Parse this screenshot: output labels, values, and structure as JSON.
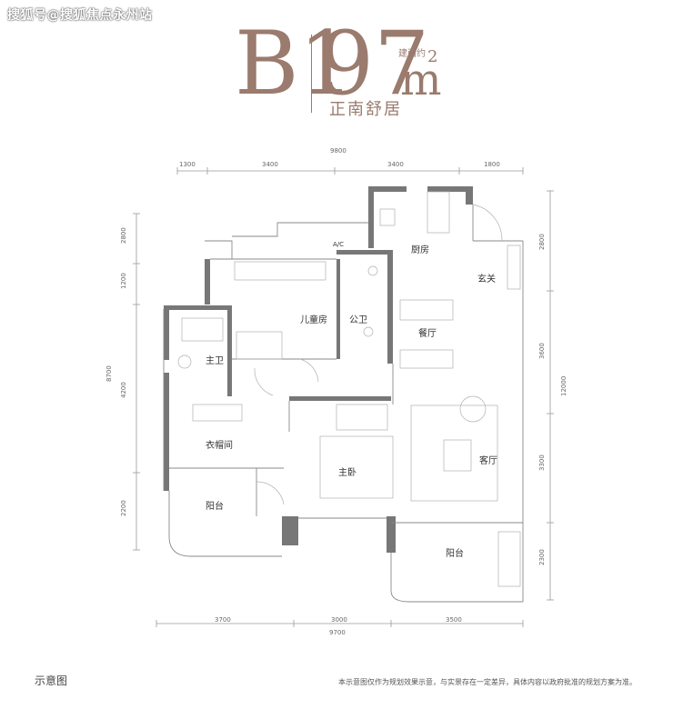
{
  "watermark": "搜狐号@搜狐焦点永州站",
  "header": {
    "unit_type": "B1",
    "area_value": "97",
    "area_unit": "m",
    "area_sup": "2",
    "area_label": "建面约",
    "orientation": "正南舒居"
  },
  "dimensions": {
    "top_total": "9800",
    "top": [
      "1300",
      "3400",
      "3400",
      "1800"
    ],
    "left": [
      "2800",
      "1200",
      "4200",
      "2200"
    ],
    "left_total": "8700",
    "right": [
      "2800",
      "3600",
      "3300",
      "2300"
    ],
    "right_total": "12000",
    "bottom": [
      "3700",
      "3000",
      "3500"
    ],
    "bottom_total": "9700"
  },
  "rooms": {
    "kitchen": "厨房",
    "foyer": "玄关",
    "ac": "A/C",
    "kids_room": "儿童房",
    "public_bath": "公卫",
    "dining": "餐厅",
    "master_bath": "主卫",
    "walk_in_closet": "衣帽间",
    "living": "客厅",
    "master_bedroom": "主卧",
    "balcony_left": "阳台",
    "balcony_right": "阳台"
  },
  "footer": {
    "left": "示意图",
    "disclaimer": "本示意图仅作为规划效果示意，与实景存在一定差异，具体内容以政府批准的规划方案为准。"
  },
  "colors": {
    "title": "#9a7b6e",
    "wall": "#7a7a7a",
    "line": "#9a9a9a"
  }
}
